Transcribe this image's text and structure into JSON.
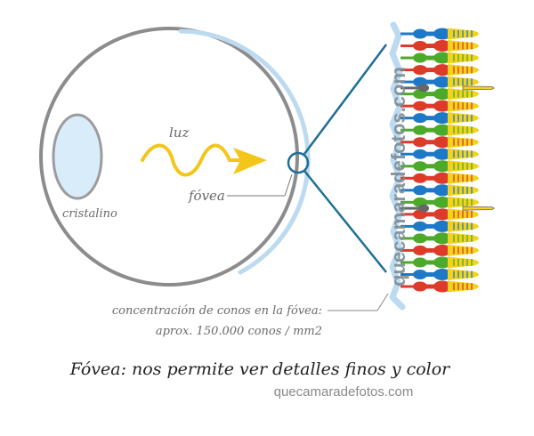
{
  "labels": {
    "light": "luz",
    "fovea": "fóvea",
    "lens": "cristalino",
    "cone_density_line1": "concentración de conos en la fóvea:",
    "cone_density_line2": "aprox. 150.000 conos / mm2"
  },
  "caption": {
    "title": "Fóvea: nos permite ver detalles finos y color",
    "site": "quecamaradefotos.com"
  },
  "watermark": "quecamaradefotos.com",
  "colors": {
    "eye_outline": "#8c8c8c",
    "retina": "#bcdaf0",
    "lens_fill": "#d9ecfa",
    "lens_stroke": "#9c9c9c",
    "light_ray": "#f3c61a",
    "zoom_lines": "#1f6e96",
    "cone_blue": "#1e78c8",
    "cone_red": "#de3a2a",
    "cone_green": "#4caa2a",
    "cone_tip": "#f2d21c"
  },
  "cones": {
    "count": 22,
    "color_sequence": [
      "blue",
      "red",
      "green",
      "red",
      "blue",
      "green",
      "red",
      "blue",
      "green",
      "red",
      "blue",
      "green",
      "red",
      "blue",
      "green",
      "red",
      "blue",
      "green",
      "red",
      "green",
      "blue",
      "red"
    ],
    "rods_visible": 2
  }
}
